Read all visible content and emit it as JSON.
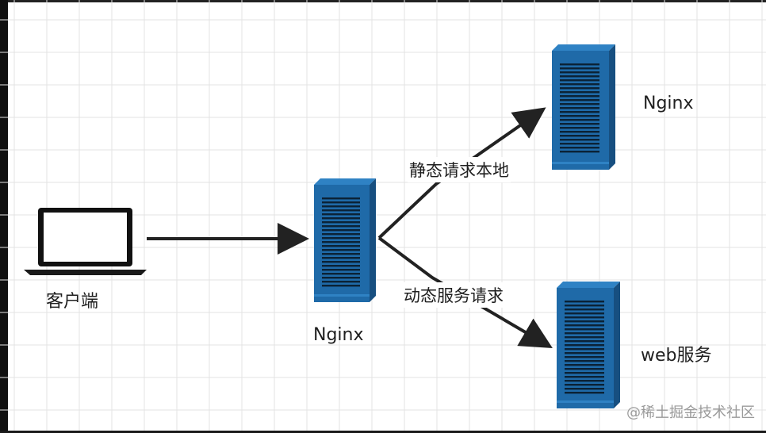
{
  "nodes": {
    "client": {
      "label": "客户端"
    },
    "center_server": {
      "label": "Nginx"
    },
    "top_server": {
      "label": "Nginx"
    },
    "bottom_server": {
      "label": "web服务"
    }
  },
  "edges": {
    "client_to_center": {
      "label": ""
    },
    "static_request": {
      "label": "静态请求本地"
    },
    "dynamic_request": {
      "label": "动态服务请求"
    }
  },
  "watermark": "@稀土掘金技术社区",
  "colors": {
    "server_front": "#1f6aa8",
    "server_side": "#174f80",
    "server_top": "#2f82c4",
    "arrow": "#222222",
    "grid": "#e3e3e3"
  },
  "icons": {
    "client": "laptop-icon",
    "center_server": "server-icon",
    "top_server": "server-icon",
    "bottom_server": "server-icon"
  }
}
